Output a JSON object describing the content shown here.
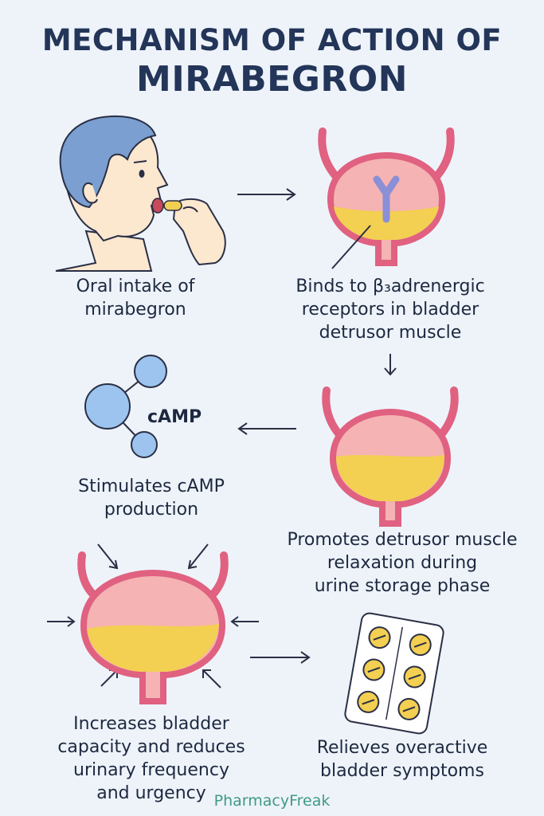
{
  "title": {
    "line1": "MECHANISM OF ACTION OF",
    "line2": "MIRABEGRON"
  },
  "steps": [
    {
      "line1": "Oral intake of",
      "line2": "mirabegron",
      "icon": "person-taking-pill-icon"
    },
    {
      "line1": "Binds to β₃adrenergic",
      "line2": "receptors in bladder",
      "line3": "detrusor muscle",
      "icon": "bladder-receptor-icon"
    },
    {
      "line1": "Promotes detrusor muscle",
      "line2": "relaxation during",
      "line3": "urine storage phase",
      "icon": "bladder-icon"
    },
    {
      "line1": "Stimulates cAMP",
      "line2": "production",
      "icon": "molecule-icon",
      "molecule_label": "cAMP"
    },
    {
      "line1": "Increases bladder",
      "line2": "capacity and reduces",
      "line3": "urinary frequency",
      "line4": "and urgency",
      "icon": "expanded-bladder-icon"
    },
    {
      "line1": "Relieves overactive",
      "line2": "bladder symptoms",
      "icon": "pill-blister-icon"
    }
  ],
  "brand": "PharmacyFreak",
  "colors": {
    "background": "#eef3fa",
    "title": "#233558",
    "bladder_wall": "#e06180",
    "bladder_fill": "#f5b3b3",
    "urine": "#f3cf52",
    "receptor": "#8a8fd6",
    "molecule": "#9cc4ee",
    "brand": "#3f9a86"
  }
}
